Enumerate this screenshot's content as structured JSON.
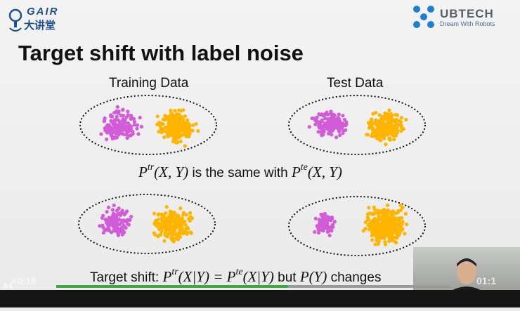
{
  "header": {
    "left_logo_text": "GAIR",
    "left_logo_subtext": "大讲堂",
    "right_logo_text": "UBTECH",
    "right_logo_tagline": "Dream With Robots"
  },
  "slide": {
    "title": "Target shift with label noise",
    "top_left_label": "Training Data",
    "top_right_label": "Test Data",
    "formula1": {
      "P1": "P",
      "sup1": "tr",
      "args1": "(X, Y)",
      "text": " is the same with ",
      "P2": "P",
      "sup2": "te",
      "args2": "(X, Y)"
    },
    "formula2": {
      "prefix": "Target shift: ",
      "P1": "P",
      "sup1": "tr",
      "args1": "(X|Y)",
      "eq": " = ",
      "P2": "P",
      "sup2": "te",
      "args2": "(X|Y)",
      "mid": " but ",
      "P3": "P(Y)",
      "suffix": " changes"
    },
    "colors": {
      "class_a": "#d25bd8",
      "class_b": "#ffb400",
      "ellipse": "#111111"
    }
  },
  "video": {
    "current_time": "40:18",
    "end_time": "01:1",
    "progress": 0.59,
    "colors": {
      "progress": "#3ea843",
      "bar": "#151515"
    }
  }
}
